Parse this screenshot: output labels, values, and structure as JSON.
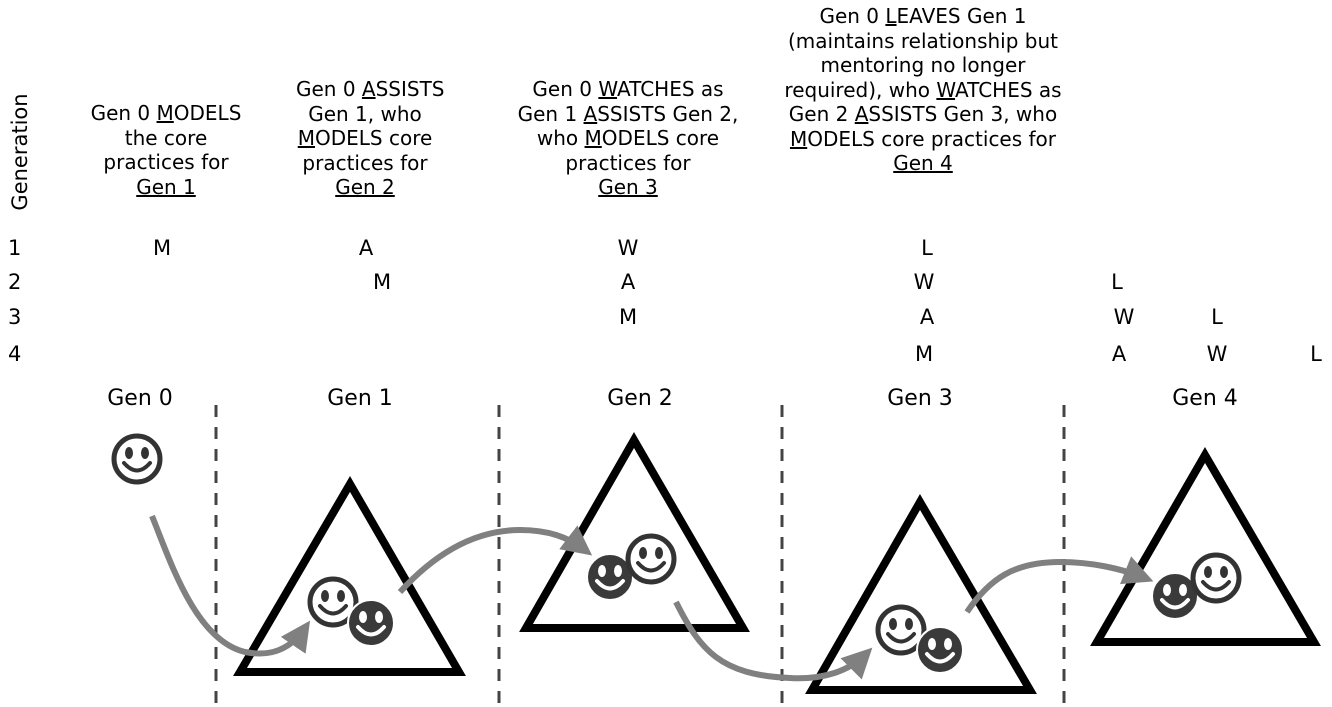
{
  "axis_title": "Generation",
  "headers": [
    {
      "lines": [
        [
          {
            "t": "Gen 0 "
          },
          {
            "t": "M",
            "u": true
          },
          {
            "t": "ODELS"
          }
        ],
        [
          {
            "t": "the core"
          }
        ],
        [
          {
            "t": "practices for"
          }
        ],
        [
          {
            "t": "Gen 1",
            "u": true
          }
        ]
      ]
    },
    {
      "lines": [
        [
          {
            "t": "Gen 0 "
          },
          {
            "t": "A",
            "u": true
          },
          {
            "t": "SSISTS"
          }
        ],
        [
          {
            "t": "Gen 1, who"
          }
        ],
        [
          {
            "t": "M",
            "u": true
          },
          {
            "t": "ODELS core"
          }
        ],
        [
          {
            "t": "practices for"
          }
        ],
        [
          {
            "t": "Gen 2",
            "u": true
          }
        ]
      ]
    },
    {
      "lines": [
        [
          {
            "t": "Gen 0 "
          },
          {
            "t": "W",
            "u": true
          },
          {
            "t": "ATCHES as"
          }
        ],
        [
          {
            "t": "Gen 1 "
          },
          {
            "t": "A",
            "u": true
          },
          {
            "t": "SSISTS Gen 2,"
          }
        ],
        [
          {
            "t": "who "
          },
          {
            "t": "M",
            "u": true
          },
          {
            "t": "ODELS core"
          }
        ],
        [
          {
            "t": "practices for"
          }
        ],
        [
          {
            "t": "Gen 3",
            "u": true
          }
        ]
      ]
    },
    {
      "lines": [
        [
          {
            "t": "Gen 0 "
          },
          {
            "t": "L",
            "u": true
          },
          {
            "t": "EAVES Gen 1"
          }
        ],
        [
          {
            "t": "(maintains relationship but"
          }
        ],
        [
          {
            "t": "mentoring no longer"
          }
        ],
        [
          {
            "t": "required), who "
          },
          {
            "t": "W",
            "u": true
          },
          {
            "t": "ATCHES as"
          }
        ],
        [
          {
            "t": "Gen 2 "
          },
          {
            "t": "A",
            "u": true
          },
          {
            "t": "SSISTS Gen 3, who"
          }
        ],
        [
          {
            "t": "M",
            "u": true
          },
          {
            "t": "ODELS core practices for"
          }
        ],
        [
          {
            "t": "Gen 4",
            "u": true
          }
        ]
      ]
    }
  ],
  "rows": [
    {
      "label": "1",
      "cells": [
        "M",
        "A",
        "W",
        "L",
        "",
        "",
        ""
      ]
    },
    {
      "label": "2",
      "cells": [
        "",
        "M",
        "A",
        "W",
        "L",
        "",
        ""
      ]
    },
    {
      "label": "3",
      "cells": [
        "",
        "",
        "M",
        "A",
        "W",
        "L",
        ""
      ]
    },
    {
      "label": "4",
      "cells": [
        "",
        "",
        "",
        "M",
        "A",
        "W",
        "L"
      ]
    }
  ],
  "generations": [
    "Gen 0",
    "Gen 1",
    "Gen 2",
    "Gen 3",
    "Gen 4"
  ],
  "colors": {
    "smiley_light": "#ffffff",
    "smiley_dark": "#3a3a3a",
    "outline": "#000000",
    "arrow": "#808080",
    "divider": "#444444"
  },
  "icons": {
    "person": "smiley-face-icon",
    "group": "triangle-group-icon",
    "transfer": "curved-arrow-icon"
  }
}
